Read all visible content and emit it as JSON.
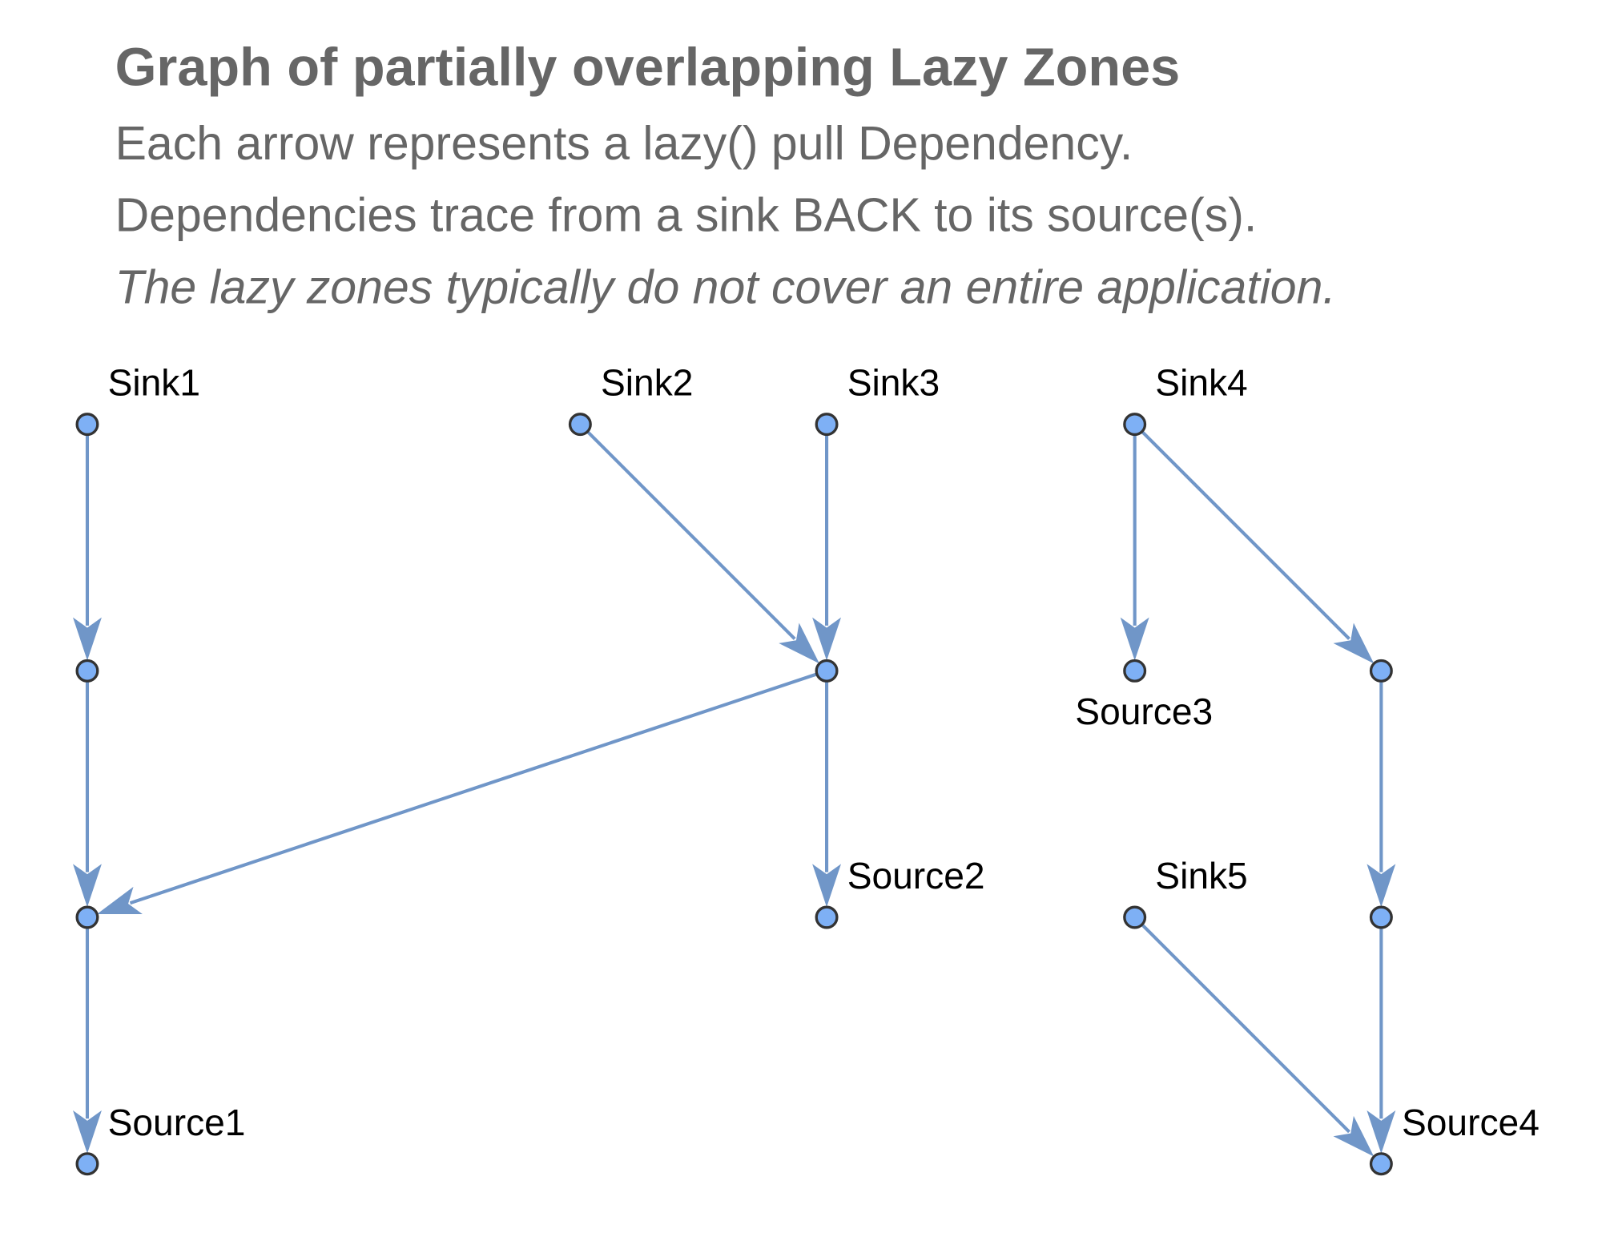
{
  "title": "Graph of partially overlapping Lazy Zones",
  "lines": [
    "Each arrow represents a lazy() pull Dependency.",
    "Dependencies trace from a sink BACK to its source(s)."
  ],
  "italic_line": "The lazy zones typically do not cover an entire application.",
  "colors": {
    "edge": "#7096c8",
    "node": "#7eb0f5",
    "text": "#666666"
  },
  "graph": {
    "nodes": [
      {
        "id": "n1",
        "label": "Sink1"
      },
      {
        "id": "n2",
        "label": ""
      },
      {
        "id": "n3",
        "label": ""
      },
      {
        "id": "n4",
        "label": "Source1"
      },
      {
        "id": "n5",
        "label": "Sink2"
      },
      {
        "id": "n6",
        "label": "Sink3"
      },
      {
        "id": "n7",
        "label": ""
      },
      {
        "id": "n8",
        "label": "Source2"
      },
      {
        "id": "n9",
        "label": "Sink4"
      },
      {
        "id": "n10",
        "label": "Source3"
      },
      {
        "id": "n11",
        "label": ""
      },
      {
        "id": "n12",
        "label": ""
      },
      {
        "id": "n13",
        "label": "Source4"
      },
      {
        "id": "n14",
        "label": "Sink5"
      }
    ],
    "edges": [
      [
        "n1",
        "n2"
      ],
      [
        "n2",
        "n3"
      ],
      [
        "n3",
        "n4"
      ],
      [
        "n5",
        "n7"
      ],
      [
        "n6",
        "n7"
      ],
      [
        "n7",
        "n3"
      ],
      [
        "n7",
        "n8"
      ],
      [
        "n9",
        "n10"
      ],
      [
        "n9",
        "n11"
      ],
      [
        "n11",
        "n12"
      ],
      [
        "n12",
        "n13"
      ],
      [
        "n14",
        "n13"
      ]
    ]
  }
}
